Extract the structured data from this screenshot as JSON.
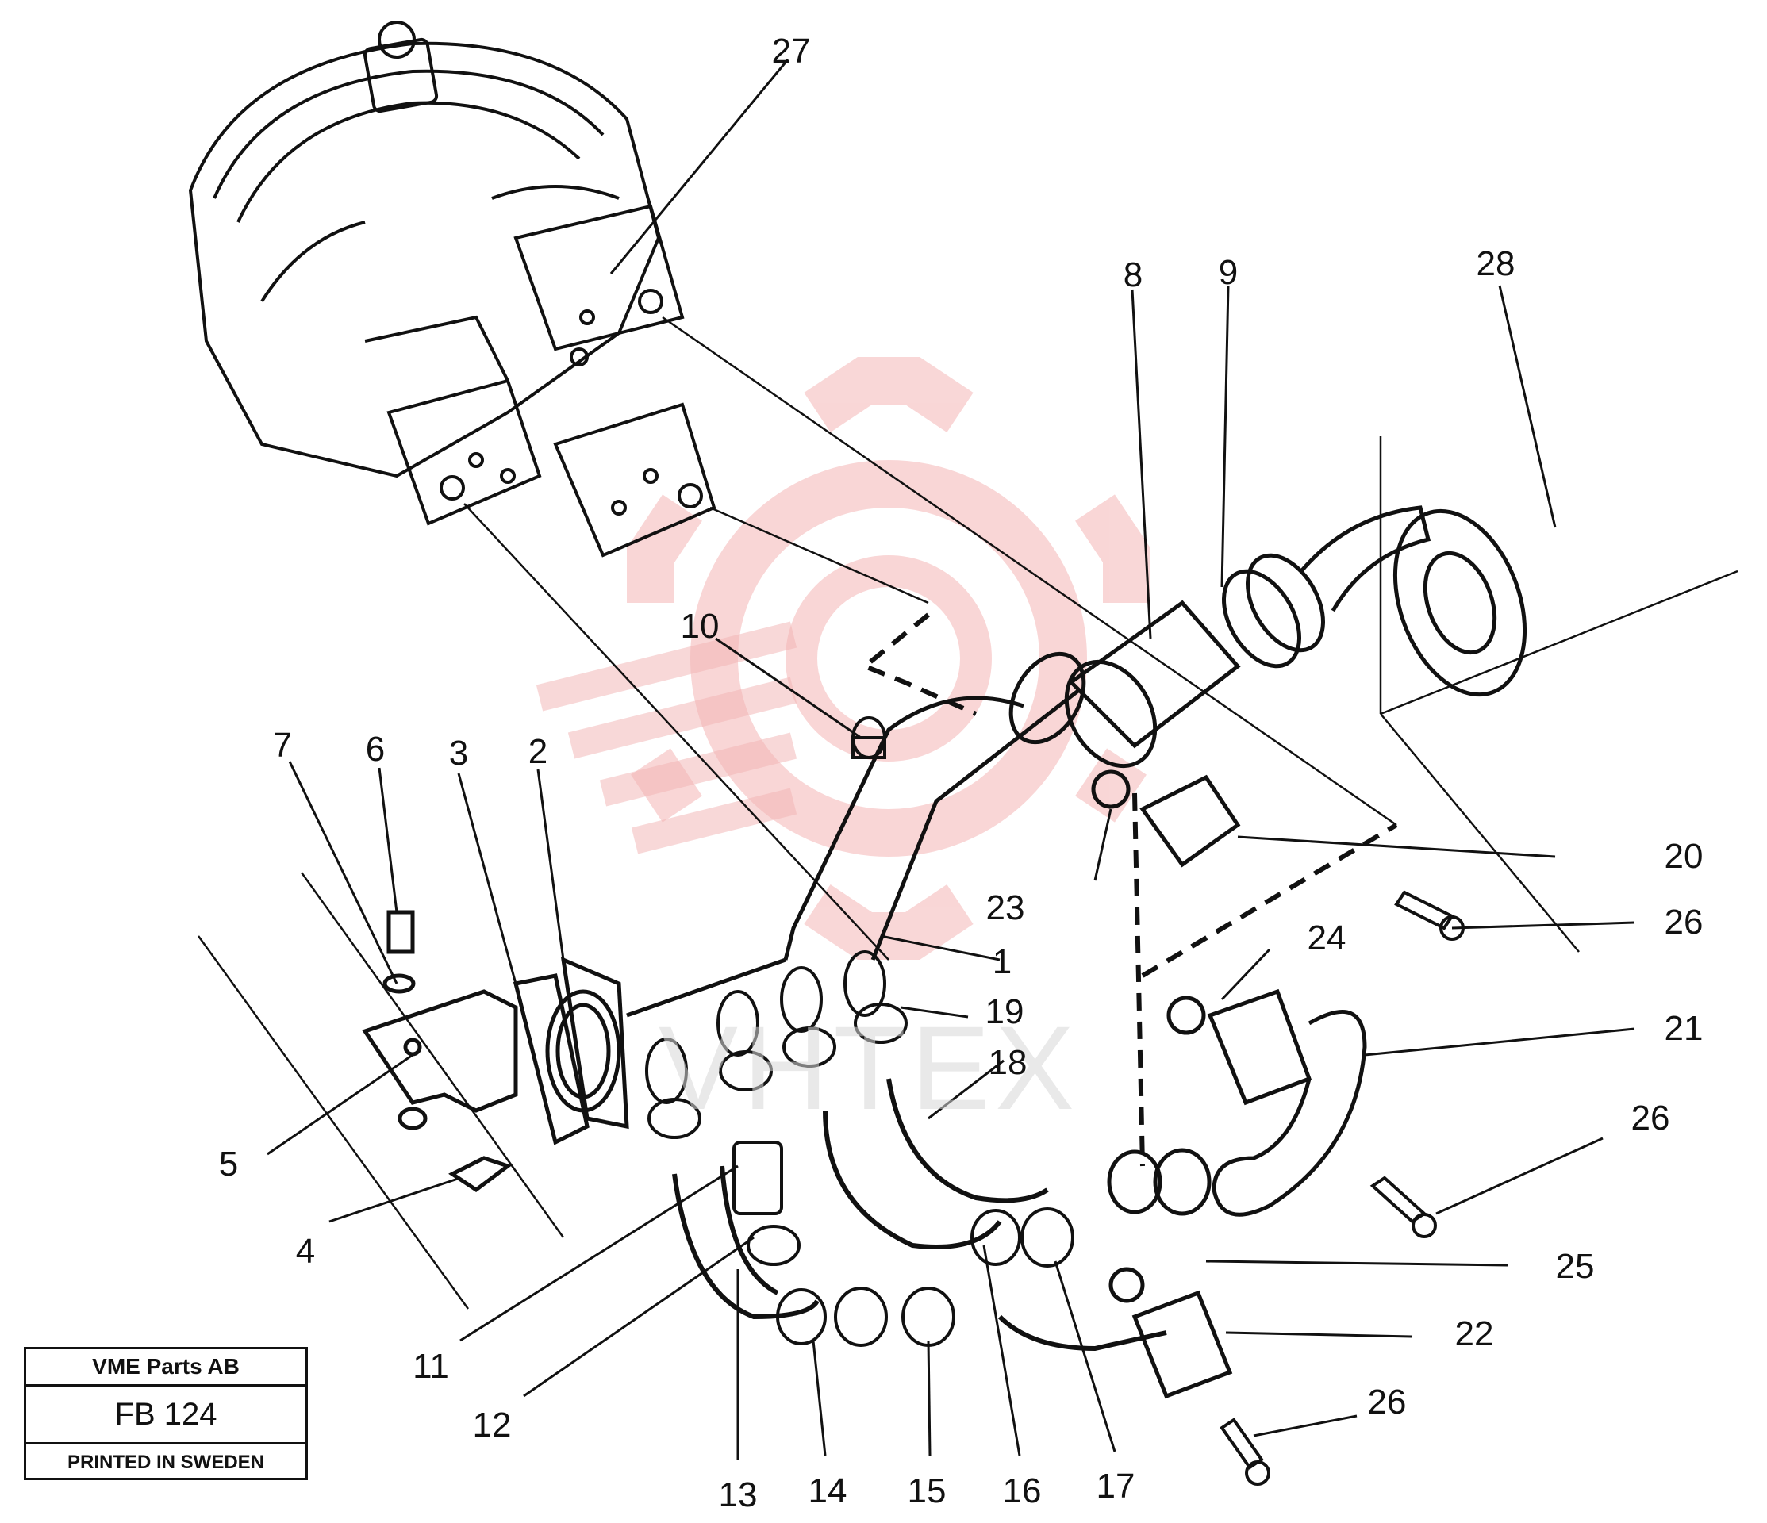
{
  "title_block": {
    "company": "VME Parts AB",
    "code": "FB 124",
    "printed": "PRINTED IN SWEDEN"
  },
  "watermark": {
    "text": "VHTEX",
    "color": "#f2b3b3"
  },
  "callouts": [
    "1",
    "2",
    "3",
    "4",
    "5",
    "6",
    "7",
    "8",
    "9",
    "10",
    "11",
    "12",
    "13",
    "14",
    "15",
    "16",
    "17",
    "18",
    "19",
    "20",
    "21",
    "22",
    "23",
    "24",
    "25",
    "26",
    "26",
    "26",
    "26",
    "27",
    "28"
  ]
}
